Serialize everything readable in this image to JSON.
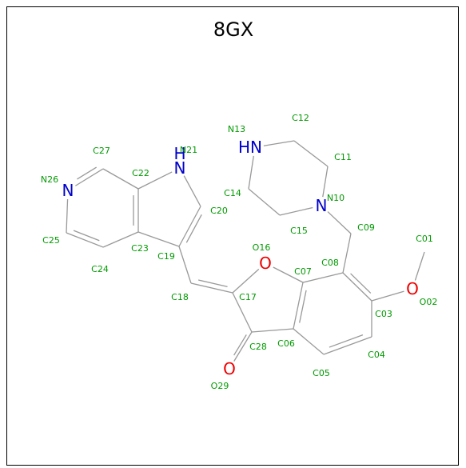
{
  "title": "8GX",
  "colors": {
    "carbon_label": "#009900",
    "nitrogen": "#0000cc",
    "oxygen": "#ee0000",
    "bond": "#999999"
  },
  "heteroatoms": [
    {
      "id": "N26",
      "symbol": "N",
      "element": "nitrogen"
    },
    {
      "id": "N21",
      "symbol": "H\nN",
      "element": "nitrogen"
    },
    {
      "id": "N13",
      "symbol": "HN",
      "element": "nitrogen"
    },
    {
      "id": "N10",
      "symbol": "N",
      "element": "nitrogen"
    },
    {
      "id": "O16",
      "symbol": "O",
      "element": "oxygen"
    },
    {
      "id": "O02",
      "symbol": "O",
      "element": "oxygen"
    },
    {
      "id": "O29",
      "symbol": "O",
      "element": "oxygen"
    }
  ],
  "atom_ids": [
    "C01",
    "O02",
    "C03",
    "C04",
    "C05",
    "C06",
    "C07",
    "C08",
    "C09",
    "N10",
    "C11",
    "C12",
    "N13",
    "C14",
    "C15",
    "O16",
    "C17",
    "C18",
    "C19",
    "C20",
    "N21",
    "C22",
    "C23",
    "C24",
    "C25",
    "N26",
    "C27",
    "C28",
    "O29"
  ]
}
